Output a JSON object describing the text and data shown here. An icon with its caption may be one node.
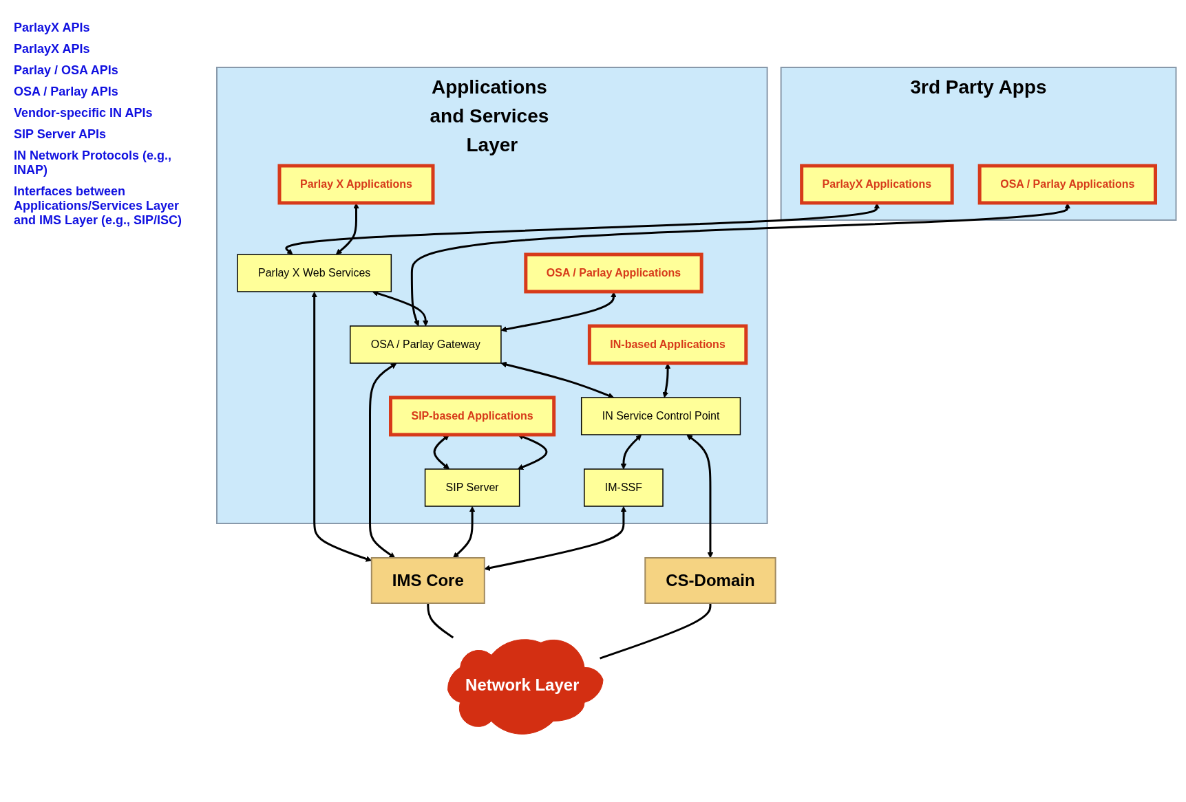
{
  "diagram": {
    "nodes": [
      {
        "text": [
          "3rd Party Apps"
        ]
      },
      {
        "text": [
          "ParlayX Applications"
        ],
        "in": 0
      },
      {
        "text": [
          "OSA / Parlay Applications"
        ],
        "in": 0
      },
      {
        "text": [
          "Applications and Services Layer"
        ]
      },
      {
        "text": [
          "Parlay X Applications"
        ],
        "in": 3
      },
      {
        "text": [
          "Parlay X Web Services"
        ],
        "in": 3
      },
      {
        "text": [
          "OSA / Parlay Applications"
        ],
        "in": 3
      },
      {
        "text": [
          "OSA / Parlay Gateway"
        ],
        "in": 3
      },
      {
        "text": [
          "IN-based Applications"
        ],
        "in": 3
      },
      {
        "text": [
          "SIP-based Applications"
        ],
        "in": 3
      },
      {
        "text": [
          "IN Service Control Point"
        ],
        "in": 3
      },
      {
        "text": [
          "SIP Server"
        ],
        "in": 3
      },
      {
        "text": [
          "IM-SSF"
        ],
        "in": 3
      },
      {
        "text": [
          "IMS Core"
        ]
      },
      {
        "text": [
          "CS-Domain"
        ]
      },
      {
        "text": [
          "Network Layer"
        ]
      }
    ],
    "edges": [
      {
        "from": 1,
        "to": 5,
        "arrow": "both"
      },
      {
        "from": 2,
        "to": 7,
        "arrow": "both"
      },
      {
        "from": 4,
        "to": 5,
        "arrow": "both"
      },
      {
        "from": 5,
        "to": 7,
        "arrow": "both"
      },
      {
        "from": 6,
        "to": 7,
        "arrow": "both"
      },
      {
        "from": 5,
        "to": 13,
        "arrow": "both"
      },
      {
        "from": 7,
        "to": 13,
        "arrow": "both"
      },
      {
        "from": 9,
        "to": 11,
        "arrow": "both"
      },
      {
        "from": 9,
        "to": 11,
        "arrow": "both"
      },
      {
        "from": 7,
        "to": 10,
        "arrow": "both"
      },
      {
        "from": 8,
        "to": 10,
        "arrow": "both"
      },
      {
        "from": 10,
        "to": 12,
        "arrow": "both"
      },
      {
        "from": 11,
        "to": 13,
        "arrow": "both"
      },
      {
        "from": 12,
        "to": 13,
        "arrow": "both"
      },
      {
        "from": 10,
        "to": 14,
        "arrow": "both"
      },
      {
        "from": 13,
        "to": 15,
        "arrow": "none"
      },
      {
        "from": 14,
        "to": 15,
        "arrow": "none"
      }
    ],
    "labels": [
      "ParlayX APIs",
      "ParlayX APIs",
      "Parlay / OSA APIs",
      "OSA / Parlay APIs",
      "Vendor-specific IN APIs",
      "SIP Server APIs",
      "IN Network Protocols (e.g., INAP)",
      "Interfaces between Applications/Services Layer and IMS Layer (e.g., SIP/ISC)"
    ]
  }
}
